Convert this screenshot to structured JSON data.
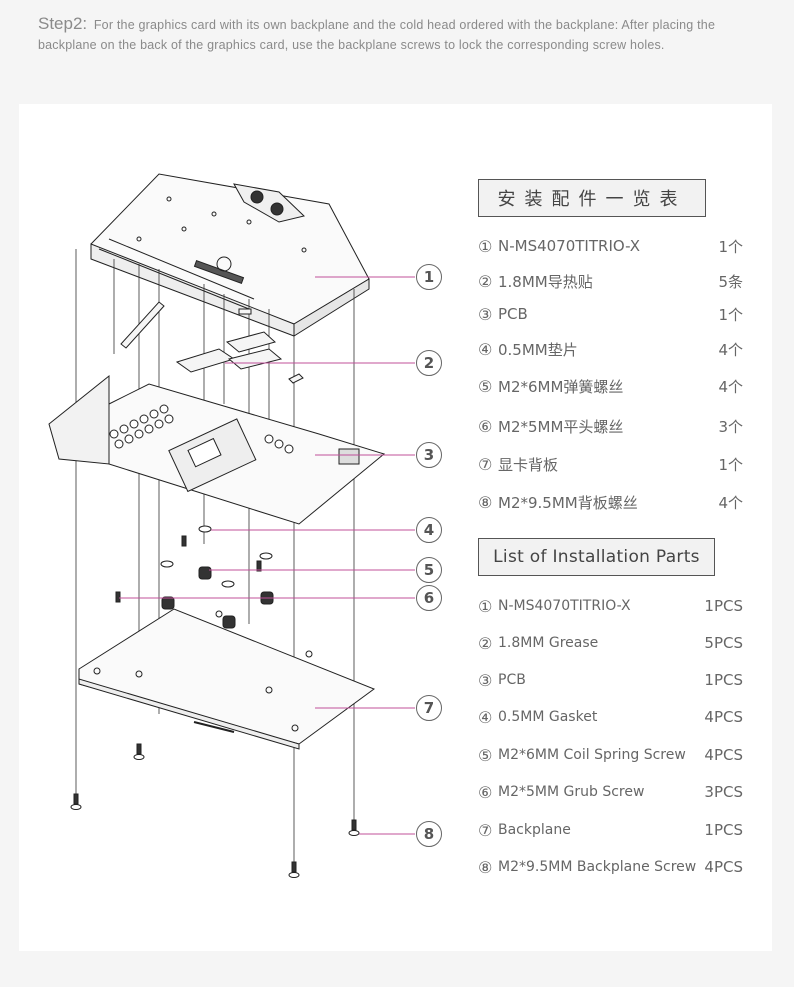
{
  "intro": {
    "step_label": "Step2:",
    "text": "For the graphics card with its own backplane and the cold head ordered with the backplane: After placing the backplane on the back of the graphics card, use the backplane screws to lock the corresponding screw holes."
  },
  "diagram": {
    "callouts": [
      "1",
      "2",
      "3",
      "4",
      "5",
      "6",
      "7",
      "8"
    ],
    "accent_color": "#c0509a"
  },
  "parts_cn": {
    "title": "安装配件一览表",
    "items": [
      {
        "num": "①",
        "name": "N-MS4070TITRIO-X",
        "qty": "1个"
      },
      {
        "num": "②",
        "name": "1.8MM导热贴",
        "qty": "5条"
      },
      {
        "num": "③",
        "name": "PCB",
        "qty": "1个"
      },
      {
        "num": "④",
        "name": "0.5MM垫片",
        "qty": "4个"
      },
      {
        "num": "⑤",
        "name": "M2*6MM弹簧螺丝",
        "qty": "4个"
      },
      {
        "num": "⑥",
        "name": "M2*5MM平头螺丝",
        "qty": "3个"
      },
      {
        "num": "⑦",
        "name": "显卡背板",
        "qty": "1个"
      },
      {
        "num": "⑧",
        "name": "M2*9.5MM背板螺丝",
        "qty": "4个"
      }
    ]
  },
  "parts_en": {
    "title": "List of Installation Parts",
    "items": [
      {
        "num": "①",
        "name": "N-MS4070TITRIO-X",
        "qty": "1PCS"
      },
      {
        "num": "②",
        "name": "1.8MM Grease",
        "qty": "5PCS"
      },
      {
        "num": "③",
        "name": "PCB",
        "qty": "1PCS"
      },
      {
        "num": "④",
        "name": "0.5MM Gasket",
        "qty": "4PCS"
      },
      {
        "num": "⑤",
        "name": "M2*6MM Coil Spring Screw",
        "qty": "4PCS"
      },
      {
        "num": "⑥",
        "name": "M2*5MM Grub Screw",
        "qty": "3PCS"
      },
      {
        "num": "⑦",
        "name": "Backplane",
        "qty": "1PCS"
      },
      {
        "num": "⑧",
        "name": "M2*9.5MM Backplane Screw",
        "qty": "4PCS"
      }
    ]
  }
}
